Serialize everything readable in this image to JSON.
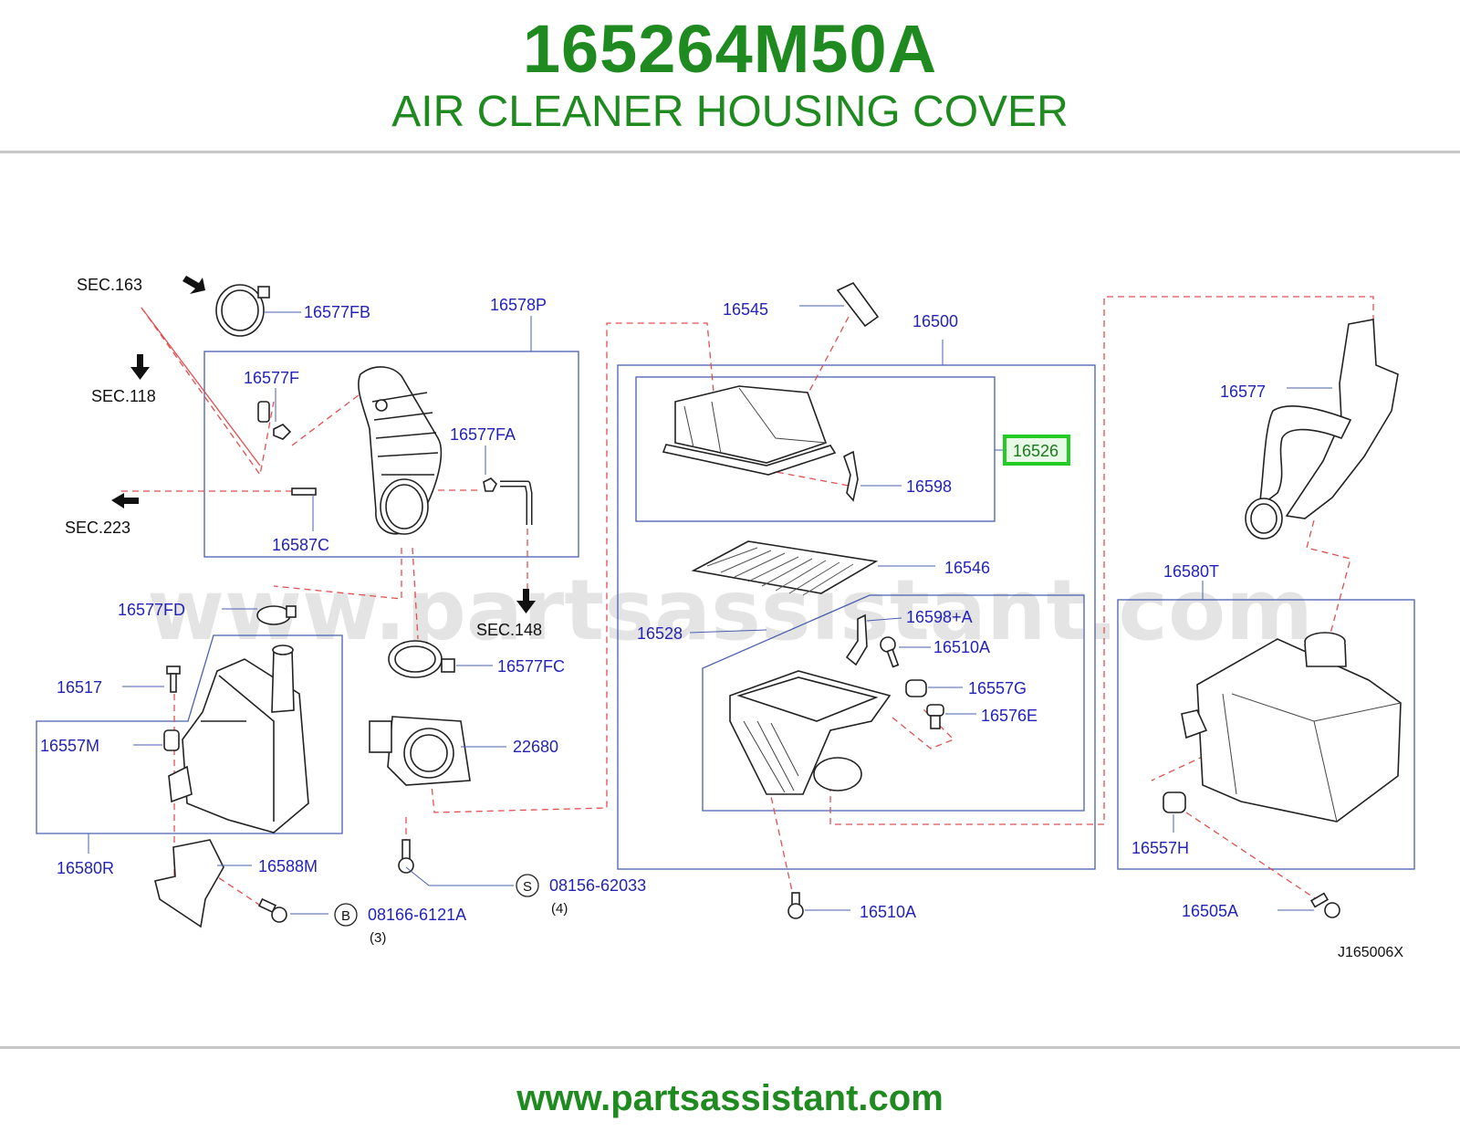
{
  "header": {
    "part_number": "165264M50A",
    "part_name": "AIR CLEANER HOUSING COVER"
  },
  "footer": {
    "url": "www.partsassistant.com"
  },
  "watermark": "www.partsassistant.com",
  "diagram": {
    "code": "J165006X",
    "highlighted_part": "16526",
    "highlight_color": "#22cc22",
    "label_color": "#2323b8",
    "brand_color": "#1f8a1f",
    "section_refs": {
      "sec163": "SEC.163",
      "sec118": "SEC.118",
      "sec223": "SEC.223",
      "sec148": "SEC.148"
    },
    "labels": {
      "p16577FB": "16577FB",
      "p16578P": "16578P",
      "p16577F": "16577F",
      "p16577FA": "16577FA",
      "p16587C": "16587C",
      "p16577FD": "16577FD",
      "p16517": "16517",
      "p16557M": "16557M",
      "p16580R": "16580R",
      "p16588M": "16588M",
      "p16577FC": "16577FC",
      "p22680": "22680",
      "p16545": "16545",
      "p16500": "16500",
      "p16526": "16526",
      "p16598": "16598",
      "p16546": "16546",
      "p16528": "16528",
      "p16598A": "16598+A",
      "p16510A_top": "16510A",
      "p16557G": "16557G",
      "p16576E": "16576E",
      "p16510A_bottom": "16510A",
      "p16577": "16577",
      "p16580T": "16580T",
      "p16557H": "16557H",
      "p16505A": "16505A"
    },
    "fasteners": {
      "bolt_b": {
        "marker": "B",
        "number": "08166-6121A",
        "qty": "(3)"
      },
      "bolt_s": {
        "marker": "S",
        "number": "08156-62033",
        "qty": "(4)"
      }
    }
  }
}
